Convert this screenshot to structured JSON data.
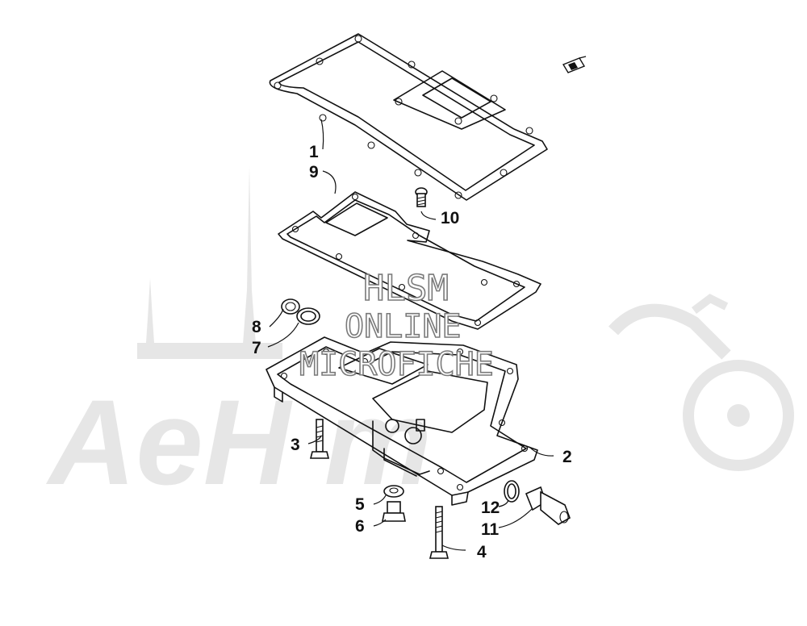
{
  "watermark": {
    "brand_large": "AeH  m",
    "lines": [
      "HLSM",
      "ONLINE",
      "MICROFICHE"
    ]
  },
  "callouts": [
    {
      "id": "1",
      "label": "1"
    },
    {
      "id": "2",
      "label": "2"
    },
    {
      "id": "3",
      "label": "3"
    },
    {
      "id": "4",
      "label": "4"
    },
    {
      "id": "5",
      "label": "5"
    },
    {
      "id": "6",
      "label": "6"
    },
    {
      "id": "7",
      "label": "7"
    },
    {
      "id": "8",
      "label": "8"
    },
    {
      "id": "9",
      "label": "9"
    },
    {
      "id": "10",
      "label": "10"
    },
    {
      "id": "11",
      "label": "11"
    },
    {
      "id": "12",
      "label": "12"
    }
  ],
  "icons": {
    "corner": "direction-arrow-icon"
  }
}
